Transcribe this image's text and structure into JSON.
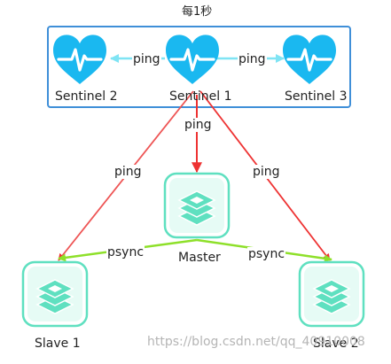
{
  "header": {
    "title": "每1秒"
  },
  "sentinels": [
    {
      "name": "Sentinel 2",
      "icon": "heart-pulse-icon"
    },
    {
      "name": "Sentinel 1",
      "icon": "heart-pulse-icon"
    },
    {
      "name": "Sentinel 3",
      "icon": "heart-pulse-icon"
    }
  ],
  "redis_nodes": {
    "master": {
      "name": "Master",
      "icon": "redis-stack-icon"
    },
    "slave1": {
      "name": "Slave 1",
      "icon": "redis-stack-icon"
    },
    "slave2": {
      "name": "Slave 2",
      "icon": "redis-stack-icon"
    }
  },
  "edges": {
    "sentinel_ping_left": "ping",
    "sentinel_ping_right": "ping",
    "ping_to_master": "ping",
    "ping_to_slave1": "ping",
    "ping_to_slave2": "ping",
    "psync_slave1": "psync",
    "psync_slave2": "psync"
  },
  "watermark": "https://blog.csdn.net/qq_40910008",
  "colors": {
    "frame": "#3f8fd8",
    "heart": "#1ab8f0",
    "redis": "#5fe0c0",
    "ping_arrow": "#ee3333",
    "sentinel_ping_arrow": "#7fe4f4",
    "psync_arrow": "#8ee02a"
  }
}
